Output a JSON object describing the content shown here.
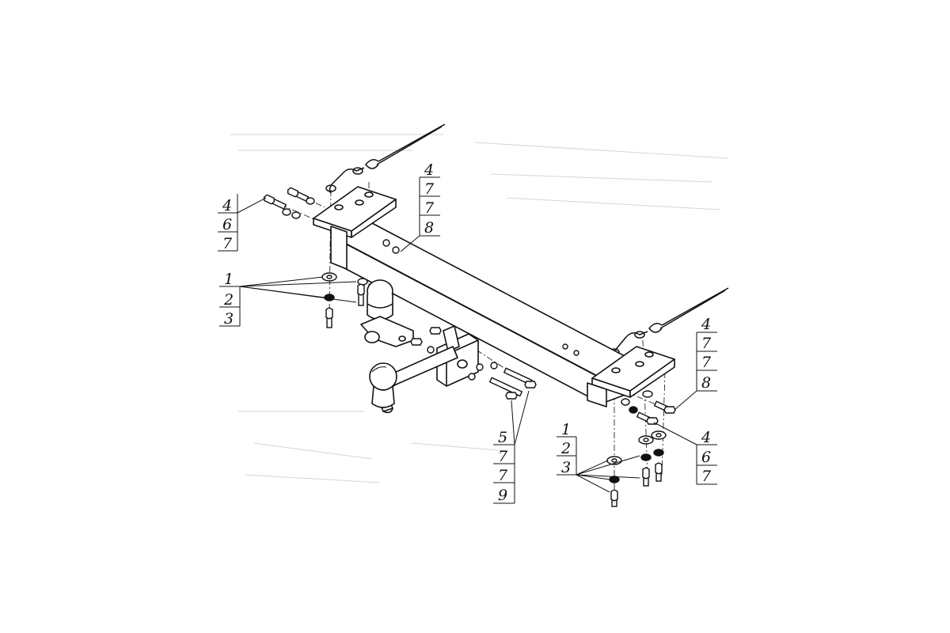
{
  "callouts": {
    "top_left": {
      "items": [
        "4",
        "6",
        "7"
      ]
    },
    "top_center": {
      "items": [
        "4",
        "7",
        "7",
        "8"
      ]
    },
    "left_mid": {
      "items": [
        "1",
        "2",
        "3"
      ]
    },
    "bottom_mid": {
      "items": [
        "5",
        "7",
        "7",
        "9"
      ]
    },
    "bottom_right": {
      "items": [
        "1",
        "2",
        "3"
      ]
    },
    "right_top": {
      "items": [
        "4",
        "7",
        "7",
        "8"
      ]
    },
    "right_mid": {
      "items": [
        "4",
        "6",
        "7"
      ]
    }
  },
  "colors": {
    "line": "#111111",
    "background": "#ffffff",
    "faint": "#c8c8c8"
  }
}
